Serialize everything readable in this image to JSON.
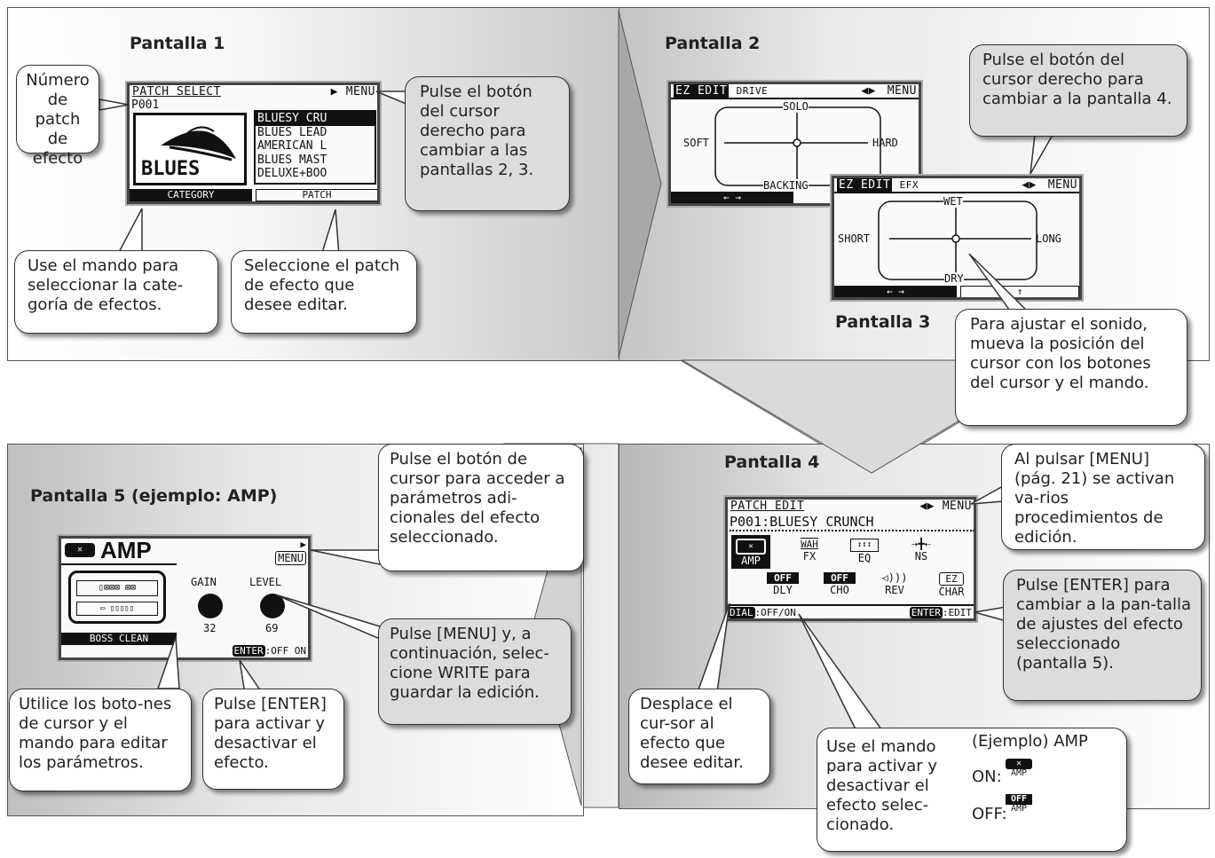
{
  "panels": {
    "p1": {
      "title": "Pantalla 1"
    },
    "p2": {
      "title": "Pantalla 2"
    },
    "p3": {
      "title": "Pantalla 3"
    },
    "p4": {
      "title": "Pantalla 4"
    },
    "p5": {
      "title": "Pantalla 5 (ejemplo: AMP)"
    }
  },
  "screen1": {
    "header": "PATCH SELECT",
    "menu": "MENU",
    "patch_no": "P001",
    "category": "BLUES",
    "patches": [
      "BLUESY CRU",
      "BLUES LEAD",
      "AMERICAN L",
      "BLUES MAST",
      "DELUXE+BOO"
    ],
    "soft_left": "CATEGORY",
    "soft_right": "PATCH"
  },
  "screen2": {
    "header": "EZ EDIT",
    "sub": "DRIVE",
    "menu": "MENU",
    "top": "SOLO",
    "left": "SOFT",
    "right": "HARD",
    "bottom": "BACKING",
    "soft_left": "← →"
  },
  "screen3": {
    "header": "EZ EDIT",
    "sub": "EFX",
    "menu": "MENU",
    "top": "WET",
    "left": "SHORT",
    "right": "LONG",
    "bottom": "DRY",
    "soft_left": "← →",
    "soft_right": "↑"
  },
  "screen4": {
    "header": "PATCH EDIT",
    "menu": "MENU",
    "patch": "P001:BLUESY CRUNCH",
    "row1": [
      {
        "icon": "amp-icon",
        "label": "AMP"
      },
      {
        "icon": "WAH",
        "label": "FX"
      },
      {
        "icon": "eq-icon",
        "label": "EQ"
      },
      {
        "icon": "ns-icon",
        "label": "NS"
      }
    ],
    "row2": [
      {
        "icon": "OFF",
        "label": "DLY"
      },
      {
        "icon": "OFF",
        "label": "CHO"
      },
      {
        "icon": "rev-icon",
        "label": "REV"
      },
      {
        "icon": "EZ",
        "label": "CHAR"
      }
    ],
    "foot_left_key": "DIAL",
    "foot_left": ":OFF/ON",
    "foot_right_key": "ENTER",
    "foot_right": ":EDIT"
  },
  "screen5": {
    "header": "AMP",
    "menu": "MENU",
    "gain_label": "GAIN",
    "level_label": "LEVEL",
    "gain": "32",
    "level": "69",
    "type": "BOSS CLEAN",
    "enter_key": "ENTER",
    "enter_text": ":OFF ON"
  },
  "callouts": {
    "c1": "Número de patch de efecto",
    "c2": "Pulse el botón del cursor derecho para cambiar a las pantallas 2, 3.",
    "c3": "Use el mando para seleccionar la cate-goría de efectos.",
    "c4": "Seleccione el patch de efecto que desee editar.",
    "c5": "Pulse el botón del cursor derecho para cambiar a la pantalla 4.",
    "c6": "Para ajustar el sonido, mueva la posición del cursor con los botones del cursor y el mando.",
    "c7": "Pulse el botón de cursor para acceder a parámetros adi-cionales del efecto seleccionado.",
    "c8": "Pulse [MENU] y, a continuación, selec-cione WRITE para guardar la edición.",
    "c9": "Utilice los boto-nes de cursor y el mando para editar los parámetros.",
    "c10": "Pulse [ENTER] para activar y desactivar el efecto.",
    "c11": "Al pulsar [MENU] (pág. 21) se activan va-rios procedimientos de edición.",
    "c12": "Pulse [ENTER] para cambiar a la pan-talla de ajustes del efecto seleccionado (pantalla 5).",
    "c13": "Desplace el cur-sor al efecto que desee editar.",
    "c14": "Use el mando para activar y desactivar el efecto selec-cionado."
  },
  "example": {
    "title": "(Ejemplo) AMP",
    "on_label": "ON:",
    "off_label": "OFF:",
    "on_icon_text": "AMP",
    "off_icon_text": "OFF",
    "off_icon_sub": "AMP"
  }
}
